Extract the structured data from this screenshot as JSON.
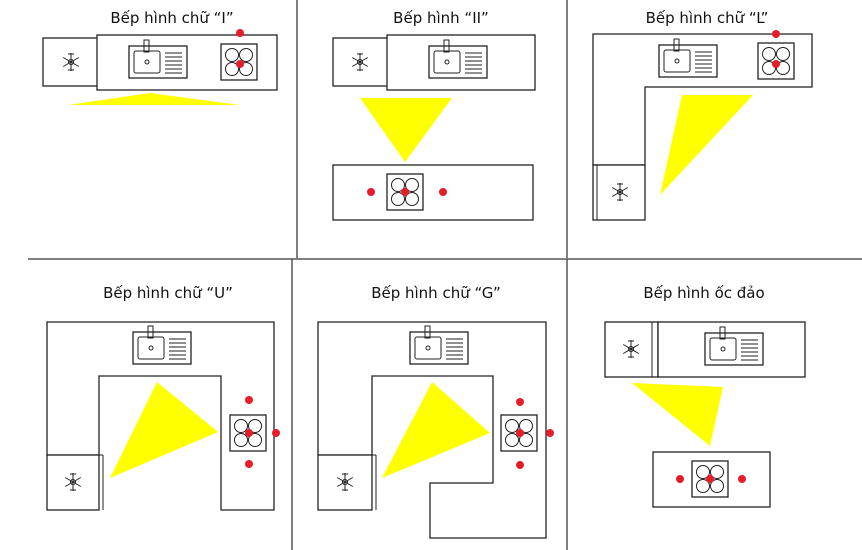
{
  "colors": {
    "work_triangle": "#ffff00",
    "point": "#e61e2a",
    "line": "#222222",
    "divider": "#555555"
  },
  "icons": [
    "snowflake-icon",
    "sink-icon",
    "stove-icon"
  ],
  "layouts": [
    {
      "title": "Bếp hình chữ “I”"
    },
    {
      "title": "Bếp hình “II”"
    },
    {
      "title": "Bếp hình chữ “L”"
    },
    {
      "title": "Bếp hình chữ “U”"
    },
    {
      "title": "Bếp hình chữ “G”"
    },
    {
      "title": "Bếp hình ốc đảo"
    }
  ]
}
